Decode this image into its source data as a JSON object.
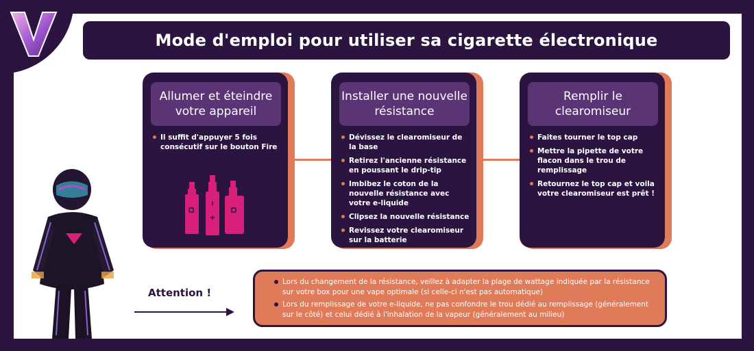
{
  "title": "Mode d'emploi pour utiliser sa cigarette électronique",
  "logo": {
    "letter": "V",
    "icon": "v-logo-icon"
  },
  "cards": [
    {
      "heading": "Allumer et éteindre votre appareil",
      "items": [
        "Il suffit d'appuyer 5 fois consécutif sur le bouton Fire"
      ]
    },
    {
      "heading": "Installer une nouvelle résistance",
      "items": [
        "Dévissez le clearomiseur de la base",
        "Retirez l'ancienne résistance en poussant le drip-tip",
        "Imbibez le coton de la nouvelle résistance avec votre e-liquide",
        "Clipsez la nouvelle résistance",
        "Revissez votre clearomiseur sur la batterie"
      ]
    },
    {
      "heading": "Remplir le clearomiseur",
      "items": [
        "Faites tourner le top cap",
        "Mettre la pipette de votre flacon dans le trou de remplissage",
        "Retournez le top cap et voila votre clearomiseur est prêt !"
      ]
    }
  ],
  "attention": {
    "label": "Attention !",
    "items": [
      "Lors du changement de la résistance, veillez à adapter la plage de wattage indiquée par la résistance sur votre box pour une vape optimale  (si celle-ci n'est pas automatique)",
      "Lors du remplissage de votre e-liquide, ne pas confondre le trou dédié au remplissage (généralement sur le côté) et celui dédié à l'inhalation de la vapeur (généralement au milieu)"
    ]
  },
  "colors": {
    "dark": "#2b1540",
    "accent": "#e07b5a",
    "head": "#5b3476",
    "device": "#d8207a"
  }
}
